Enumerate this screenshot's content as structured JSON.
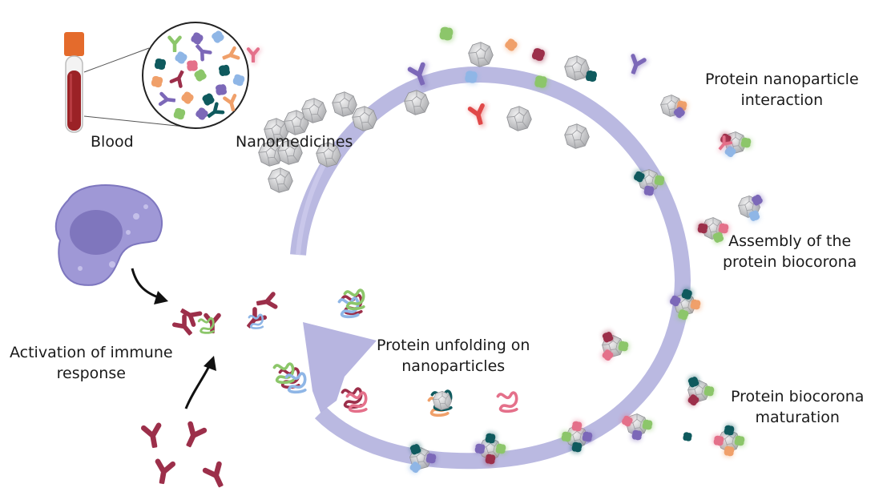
{
  "labels": {
    "blood": "Blood",
    "nanomedicines": "Nanomedicines",
    "interaction_l1": "Protein nanoparticle",
    "interaction_l2": "interaction",
    "assembly_l1": "Assembly of the",
    "assembly_l2": "protein biocorona",
    "maturation_l1": "Protein biocorona",
    "maturation_l2": "maturation",
    "unfolding_l1": "Protein unfolding on",
    "unfolding_l2": "nanoparticles",
    "activation_l1": "Activation of immune",
    "activation_l2": "response"
  },
  "colors": {
    "cycle_arrow": "#b3b1de",
    "nanoparticle": "#cfd0d2",
    "antibody": "#9c2f4a",
    "protein_purple": "#7c68b8",
    "protein_green": "#8cc66a",
    "protein_teal": "#0f5a5e",
    "protein_orange": "#f0a06a",
    "protein_blue": "#8fb6e6",
    "protein_pink": "#e4708a",
    "cell": "#9f98d6",
    "blood": "#9b2226"
  }
}
